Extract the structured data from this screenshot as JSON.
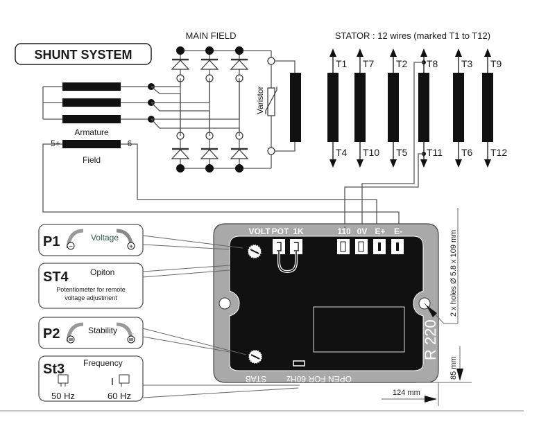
{
  "title": "SHUNT SYSTEM",
  "main_field": {
    "label": "MAIN FIELD",
    "varistor_label": "Varistor"
  },
  "armature": {
    "label": "Armature"
  },
  "field": {
    "label": "Field",
    "plus_label": "5+",
    "minus_label": "6-"
  },
  "stator": {
    "title": "STATOR : 12 wires (marked T1 to T12)",
    "windings": [
      {
        "top": "T1",
        "bottom": "T4"
      },
      {
        "top": "T7",
        "bottom": "T10"
      },
      {
        "top": "T2",
        "bottom": "T5"
      },
      {
        "top": "T8",
        "bottom": "T11"
      },
      {
        "top": "T3",
        "bottom": "T6"
      },
      {
        "top": "T9",
        "bottom": "T12"
      }
    ]
  },
  "regulator": {
    "model": "R 220",
    "top_labels": [
      "VOLT",
      "POT",
      "1K",
      "110",
      "0V",
      "E+",
      "E-"
    ],
    "bottom_labels": {
      "stab": "STAB",
      "open_for_60hz": "OPEN FOR 60Hz"
    },
    "dimensions": {
      "holes": "2 x holes Ø 5.8 x 109 mm",
      "height": "85 mm",
      "width": "124 mm"
    }
  },
  "callouts": {
    "p1": {
      "code": "P1",
      "name": "Voltage",
      "minus": "−",
      "plus": "+"
    },
    "st4": {
      "code": "ST4",
      "name": "Opiton",
      "desc_line1": "Potentiometer for remote",
      "desc_line2": "voltage adjustment"
    },
    "p2": {
      "code": "P2",
      "name": "Stability"
    },
    "st3": {
      "code": "St3",
      "name": "Frequency",
      "opt1": "50 Hz",
      "opt2": "60 Hz"
    }
  }
}
